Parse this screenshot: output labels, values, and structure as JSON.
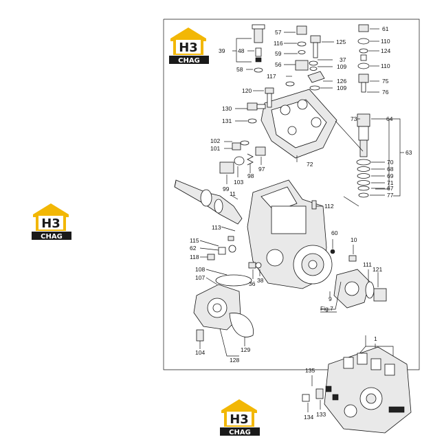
{
  "logo": {
    "letters": "H3",
    "caption": "CHAG"
  },
  "fig_label": "Fig.7",
  "colors": {
    "logo_yellow": "#f2b705",
    "logo_black": "#1a1a1a",
    "ink": "#111111"
  },
  "callouts": [
    {
      "id": "c57",
      "text": "57"
    },
    {
      "id": "c116",
      "text": "116"
    },
    {
      "id": "c125",
      "text": "125"
    },
    {
      "id": "c59",
      "text": "59"
    },
    {
      "id": "c56",
      "text": "56"
    },
    {
      "id": "c37",
      "text": "37"
    },
    {
      "id": "c109a",
      "text": "109"
    },
    {
      "id": "c117",
      "text": "117"
    },
    {
      "id": "c126",
      "text": "126"
    },
    {
      "id": "c109b",
      "text": "109"
    },
    {
      "id": "c61",
      "text": "61"
    },
    {
      "id": "c110a",
      "text": "110"
    },
    {
      "id": "c124",
      "text": "124"
    },
    {
      "id": "c110b",
      "text": "110"
    },
    {
      "id": "c75",
      "text": "75"
    },
    {
      "id": "c76",
      "text": "76"
    },
    {
      "id": "c39",
      "text": "39"
    },
    {
      "id": "c48",
      "text": "48"
    },
    {
      "id": "c58",
      "text": "58"
    },
    {
      "id": "c120",
      "text": "120"
    },
    {
      "id": "c130",
      "text": "130"
    },
    {
      "id": "c131",
      "text": "131"
    },
    {
      "id": "c73",
      "text": "73"
    },
    {
      "id": "c64",
      "text": "64"
    },
    {
      "id": "c63",
      "text": "63"
    },
    {
      "id": "c102",
      "text": "102"
    },
    {
      "id": "c101",
      "text": "101"
    },
    {
      "id": "c72",
      "text": "72"
    },
    {
      "id": "c97",
      "text": "97"
    },
    {
      "id": "c98",
      "text": "98"
    },
    {
      "id": "c103",
      "text": "103"
    },
    {
      "id": "c99",
      "text": "99"
    },
    {
      "id": "c70",
      "text": "70"
    },
    {
      "id": "c68",
      "text": "68"
    },
    {
      "id": "c69",
      "text": "69"
    },
    {
      "id": "c71",
      "text": "71"
    },
    {
      "id": "c67",
      "text": "67"
    },
    {
      "id": "c77",
      "text": "77"
    },
    {
      "id": "c11",
      "text": "11"
    },
    {
      "id": "c112",
      "text": "112"
    },
    {
      "id": "c113",
      "text": "113"
    },
    {
      "id": "c60",
      "text": "60"
    },
    {
      "id": "c115",
      "text": "115"
    },
    {
      "id": "c62",
      "text": "62"
    },
    {
      "id": "c118",
      "text": "118"
    },
    {
      "id": "c10",
      "text": "10"
    },
    {
      "id": "c108",
      "text": "108"
    },
    {
      "id": "c107",
      "text": "107"
    },
    {
      "id": "c36",
      "text": "36"
    },
    {
      "id": "c38",
      "text": "38"
    },
    {
      "id": "c111",
      "text": "111"
    },
    {
      "id": "c121",
      "text": "121"
    },
    {
      "id": "c9",
      "text": "9"
    },
    {
      "id": "c104",
      "text": "104"
    },
    {
      "id": "c129",
      "text": "129"
    },
    {
      "id": "c128",
      "text": "128"
    },
    {
      "id": "c1",
      "text": "1"
    },
    {
      "id": "c135",
      "text": "135"
    },
    {
      "id": "c134",
      "text": "134"
    },
    {
      "id": "c133",
      "text": "133"
    }
  ]
}
